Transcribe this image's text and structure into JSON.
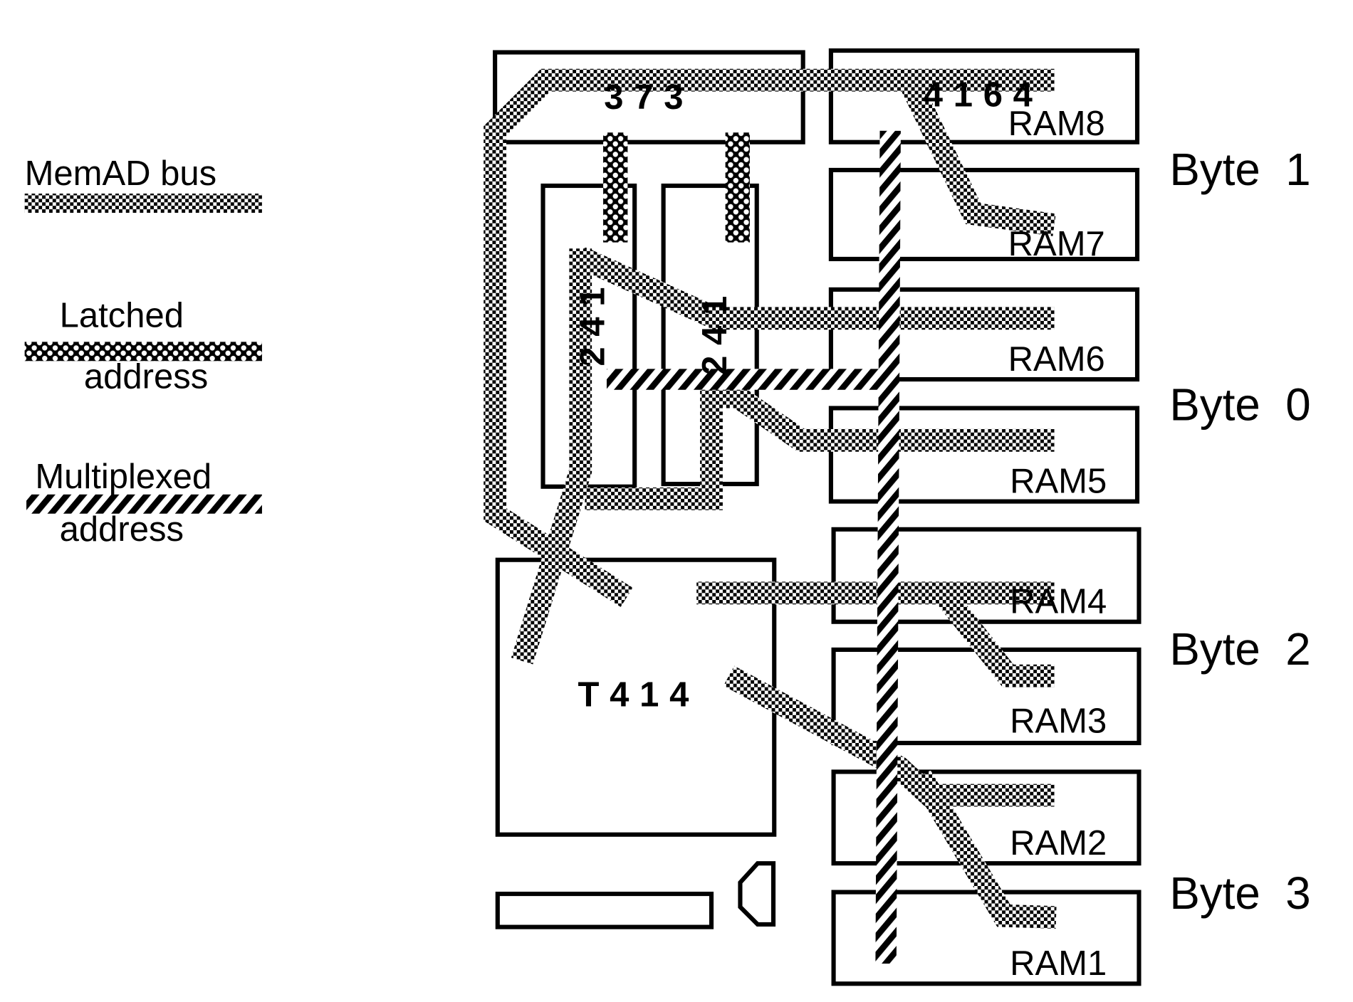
{
  "legend": {
    "memad": "MemAD bus",
    "latched": "Latched address",
    "multiplexed": "Multiplexed address"
  },
  "chips": {
    "latch": "373",
    "ram_type": "4164",
    "buffer_left": "241",
    "buffer_right": "241",
    "transputer": "T414"
  },
  "rams": [
    "RAM8",
    "RAM7",
    "RAM6",
    "RAM5",
    "RAM4",
    "RAM3",
    "RAM2",
    "RAM1"
  ],
  "bytes": [
    "Byte  1",
    "Byte  0",
    "Byte  2",
    "Byte  3"
  ],
  "colors": {
    "ink": "#000000",
    "background": "#ffffff"
  }
}
